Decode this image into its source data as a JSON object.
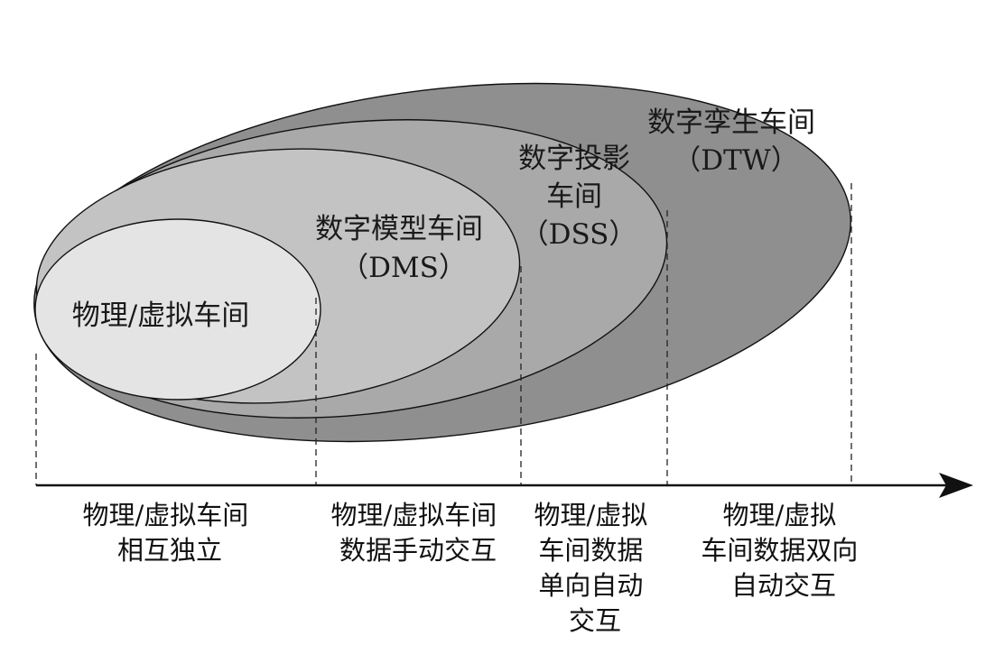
{
  "levels": [
    {
      "label_lines": [
        "数字孪生车间",
        "（DTW）"
      ],
      "fill": "#8f8f8f",
      "text_color": "#ffffff"
    },
    {
      "label_lines": [
        "数字投影",
        "车间",
        "（DSS）"
      ],
      "fill": "#a9a9a9",
      "text_color": "#ffffff"
    },
    {
      "label_lines": [
        "数字模型车间",
        "（DMS）"
      ],
      "fill": "#c3c3c3",
      "text_color": "#1a1a1a"
    },
    {
      "label_lines": [
        "物理/虚拟车间"
      ],
      "fill": "#e4e4e4",
      "text_color": "#1a1a1a"
    }
  ],
  "stages": [
    {
      "lines": [
        "物理/虚拟车间",
        "相互独立"
      ]
    },
    {
      "lines": [
        "物理/虚拟车间",
        "数据手动交互"
      ]
    },
    {
      "lines": [
        "物理/虚拟",
        "车间数据",
        "单向自动",
        "交互"
      ]
    },
    {
      "lines": [
        "物理/虚拟",
        "车间数据双向",
        "自动交互"
      ]
    }
  ]
}
